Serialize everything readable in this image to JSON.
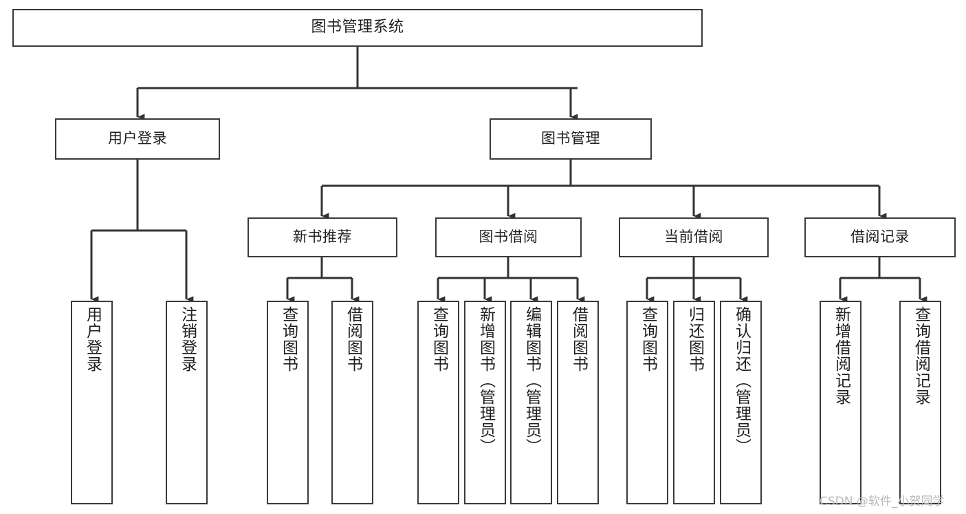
{
  "diagram": {
    "type": "hierarchy-tree",
    "title": "图书管理系统",
    "orientation": "top-down",
    "colors": {
      "background": "#ffffff",
      "node_border": "#3a3a3a",
      "node_fill": "#ffffff",
      "edge": "#333333",
      "text": "#1f1f1f",
      "watermark": "#b9b9b9"
    },
    "levels": [
      {
        "level": 1,
        "nodes": [
          {
            "id": "root",
            "label": "图书管理系统"
          }
        ]
      },
      {
        "level": 2,
        "nodes": [
          {
            "id": "user-login",
            "label": "用户登录",
            "parent": "root"
          },
          {
            "id": "book-manage",
            "label": "图书管理",
            "parent": "root"
          }
        ]
      },
      {
        "level": 3,
        "nodes": [
          {
            "id": "new-book-rec",
            "label": "新书推荐",
            "parent": "book-manage"
          },
          {
            "id": "book-borrow",
            "label": "图书借阅",
            "parent": "book-manage"
          },
          {
            "id": "current-borrow",
            "label": "当前借阅",
            "parent": "book-manage"
          },
          {
            "id": "borrow-record",
            "label": "借阅记录",
            "parent": "book-manage"
          }
        ]
      },
      {
        "level": 4,
        "nodes": [
          {
            "id": "leaf-user-login",
            "label": "用户登录",
            "parent": "user-login"
          },
          {
            "id": "leaf-user-logout",
            "label": "注销登录",
            "parent": "user-login"
          },
          {
            "id": "leaf-rec-query",
            "label": "查询图书",
            "parent": "new-book-rec"
          },
          {
            "id": "leaf-rec-borrow",
            "label": "借阅图书",
            "parent": "new-book-rec"
          },
          {
            "id": "leaf-borrow-query",
            "label": "查询图书",
            "parent": "book-borrow"
          },
          {
            "id": "leaf-borrow-add",
            "label": "新增图书（管理员）",
            "parent": "book-borrow"
          },
          {
            "id": "leaf-borrow-edit",
            "label": "编辑图书（管理员）",
            "parent": "book-borrow"
          },
          {
            "id": "leaf-borrow-do",
            "label": "借阅图书",
            "parent": "book-borrow"
          },
          {
            "id": "leaf-cur-query",
            "label": "查询图书",
            "parent": "current-borrow"
          },
          {
            "id": "leaf-cur-return",
            "label": "归还图书",
            "parent": "current-borrow"
          },
          {
            "id": "leaf-cur-confirm",
            "label": "确认归还（管理员）",
            "parent": "current-borrow"
          },
          {
            "id": "leaf-rec-add",
            "label": "新增借阅记录",
            "parent": "borrow-record"
          },
          {
            "id": "leaf-rec-search",
            "label": "查询借阅记录",
            "parent": "borrow-record"
          }
        ]
      }
    ]
  },
  "watermark": {
    "text": "CSDN @软件_小贺同学"
  }
}
